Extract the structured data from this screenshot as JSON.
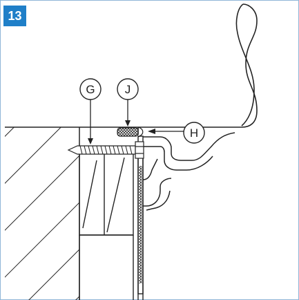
{
  "figure": {
    "step_number": "13",
    "callouts": {
      "g": "G",
      "j": "J",
      "h": "H"
    },
    "colors": {
      "badge": "#1f7fc8",
      "line": "#222222",
      "frame": "#8fb6d8"
    }
  }
}
